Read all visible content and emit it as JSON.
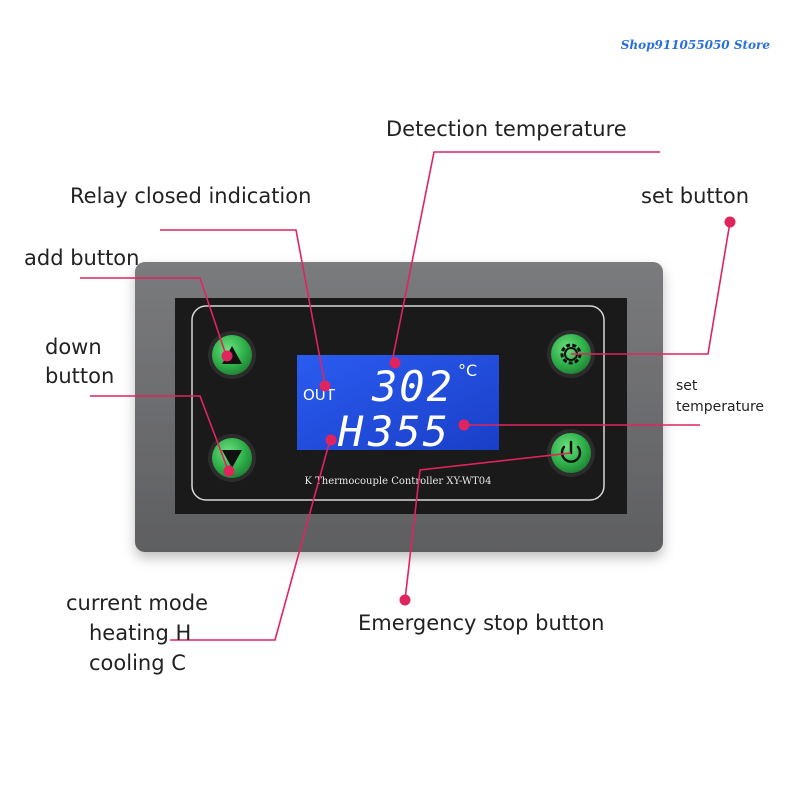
{
  "store": {
    "name": "Shop911055050 Store"
  },
  "labels": {
    "detection_temperature": "Detection temperature",
    "relay_closed": "Relay closed indication",
    "set_button": "set button",
    "add_button": "add button",
    "down_line1": "down",
    "down_line2": "button",
    "set_temp_line1": "set",
    "set_temp_line2": "temperature",
    "mode_line1": "current mode",
    "mode_line2": "heating H",
    "mode_line3": "cooling C",
    "emergency_stop": "Emergency stop button"
  },
  "device": {
    "display": {
      "out": "OUT",
      "current_temp": "302",
      "unit": "°C",
      "mode": "H",
      "set_temp": "355"
    },
    "model_text": "K Thermocouple Controller XY-WT04"
  },
  "colors": {
    "annotation": "#e0245e",
    "case": "#6d6e70",
    "panel": "#1a1a1a",
    "lcd": "#1f4fe0",
    "button_green": "#2fb14a"
  }
}
